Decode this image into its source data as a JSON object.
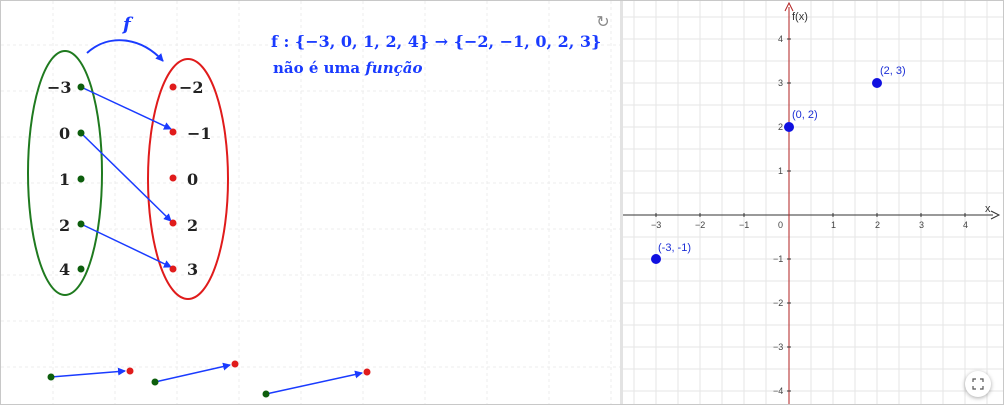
{
  "left_panel": {
    "map_symbol": "f",
    "formula": "f : {−3, 0, 1, 2, 4} → {−2, −1, 0, 2, 3}",
    "caption_prefix": "não é uma",
    "caption_emph": "função",
    "domain_labels": [
      "−3",
      "0",
      "1",
      "2",
      "4"
    ],
    "codomain_labels": [
      "−2",
      "−1",
      "0",
      "2",
      "3"
    ],
    "mapping": [
      {
        "from": "−3",
        "to": "−1"
      },
      {
        "from": "0",
        "to": "2"
      },
      {
        "from": "2",
        "to": "3"
      }
    ],
    "colors": {
      "domain_set": "#1f7a1f",
      "codomain_set": "#e01b1b",
      "arrow": "#1a3bff",
      "domain_point": "#0d5e0d",
      "codomain_point": "#e01b1b"
    },
    "reset_icon": "refresh-icon"
  },
  "graph": {
    "x_axis_label": "x",
    "y_axis_label": "f(x)",
    "x_ticks": [
      "−3",
      "−2",
      "−1",
      "0",
      "1",
      "2",
      "3",
      "4"
    ],
    "y_ticks": [
      "4",
      "3",
      "2",
      "1",
      "−1",
      "−2",
      "−3",
      "−4"
    ],
    "points": [
      {
        "label": "(-3, -1)",
        "x": -3,
        "y": -1
      },
      {
        "label": "(0, 2)",
        "x": 0,
        "y": 2
      },
      {
        "label": "(2, 3)",
        "x": 2,
        "y": 3
      }
    ],
    "colors": {
      "point": "#1010e0",
      "y_axis": "#b22222",
      "x_axis": "#333333",
      "grid": "#e6e6e6"
    },
    "fullscreen_icon": "fullscreen-icon"
  }
}
